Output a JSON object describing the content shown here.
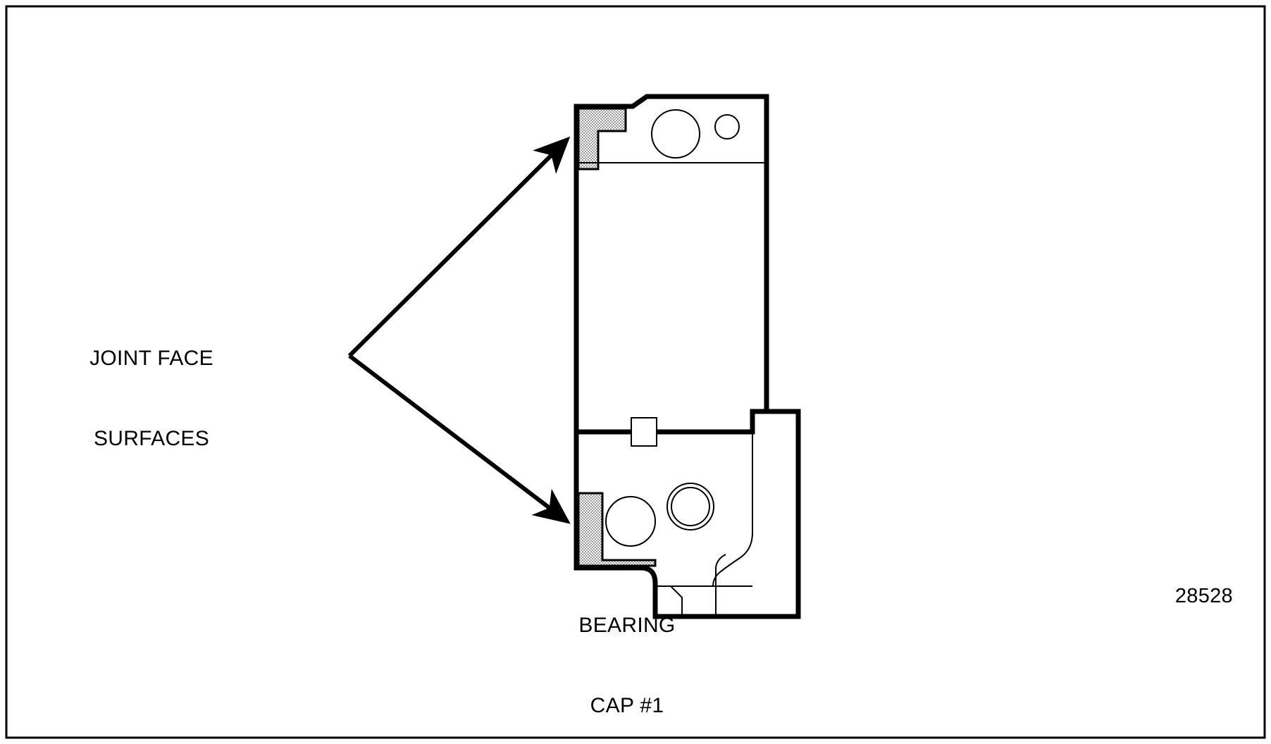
{
  "figure": {
    "border_color": "#000000",
    "background_color": "#ffffff",
    "line_color": "#000000",
    "hatch_color": "#b0b0b0",
    "figure_number": "28528"
  },
  "labels": {
    "callout": {
      "line1": "JOINT FACE",
      "line2": "SURFACES"
    },
    "caption": {
      "line1": "BEARING",
      "line2": "CAP #1"
    }
  },
  "diagram": {
    "title": "Bearing Cap #1 joint face surfaces",
    "leader_lines": 2,
    "arrow_targets": [
      "upper-joint-face",
      "lower-joint-face"
    ],
    "features": {
      "upper_large_bore": "circle",
      "upper_small_bore": "circle",
      "lower_large_bore": "circle",
      "lower_counterbore": "double-circle",
      "center_marker": "square"
    }
  }
}
